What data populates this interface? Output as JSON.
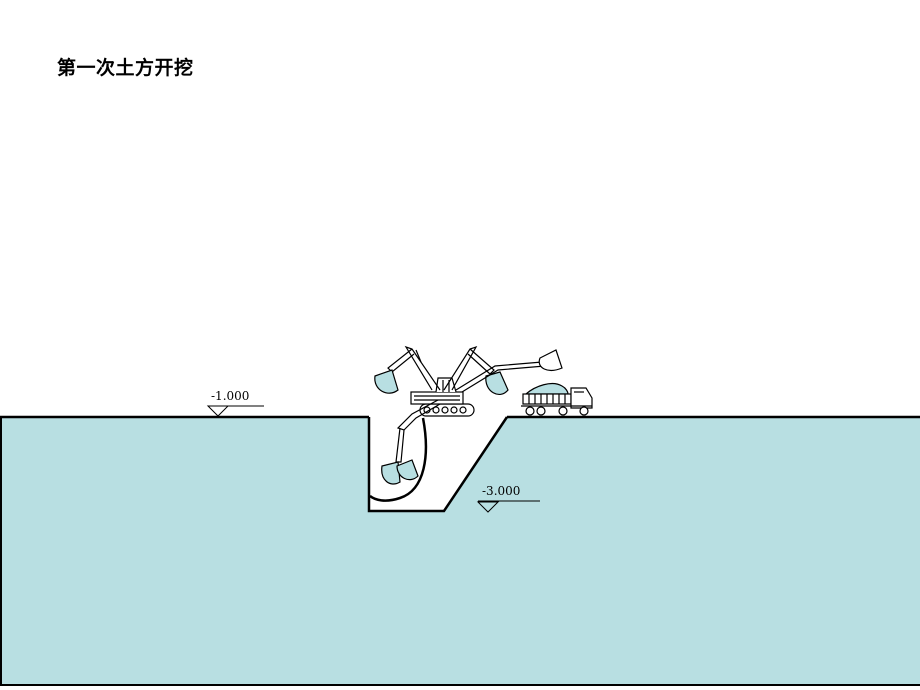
{
  "title": "第一次土方开挖",
  "elevations": {
    "ground": "-1.000",
    "pit_bottom": "-3.000"
  },
  "colors": {
    "soil": "#b8dfe2",
    "line": "#000000",
    "material": "#b8dfe2",
    "background": "#ffffff"
  }
}
